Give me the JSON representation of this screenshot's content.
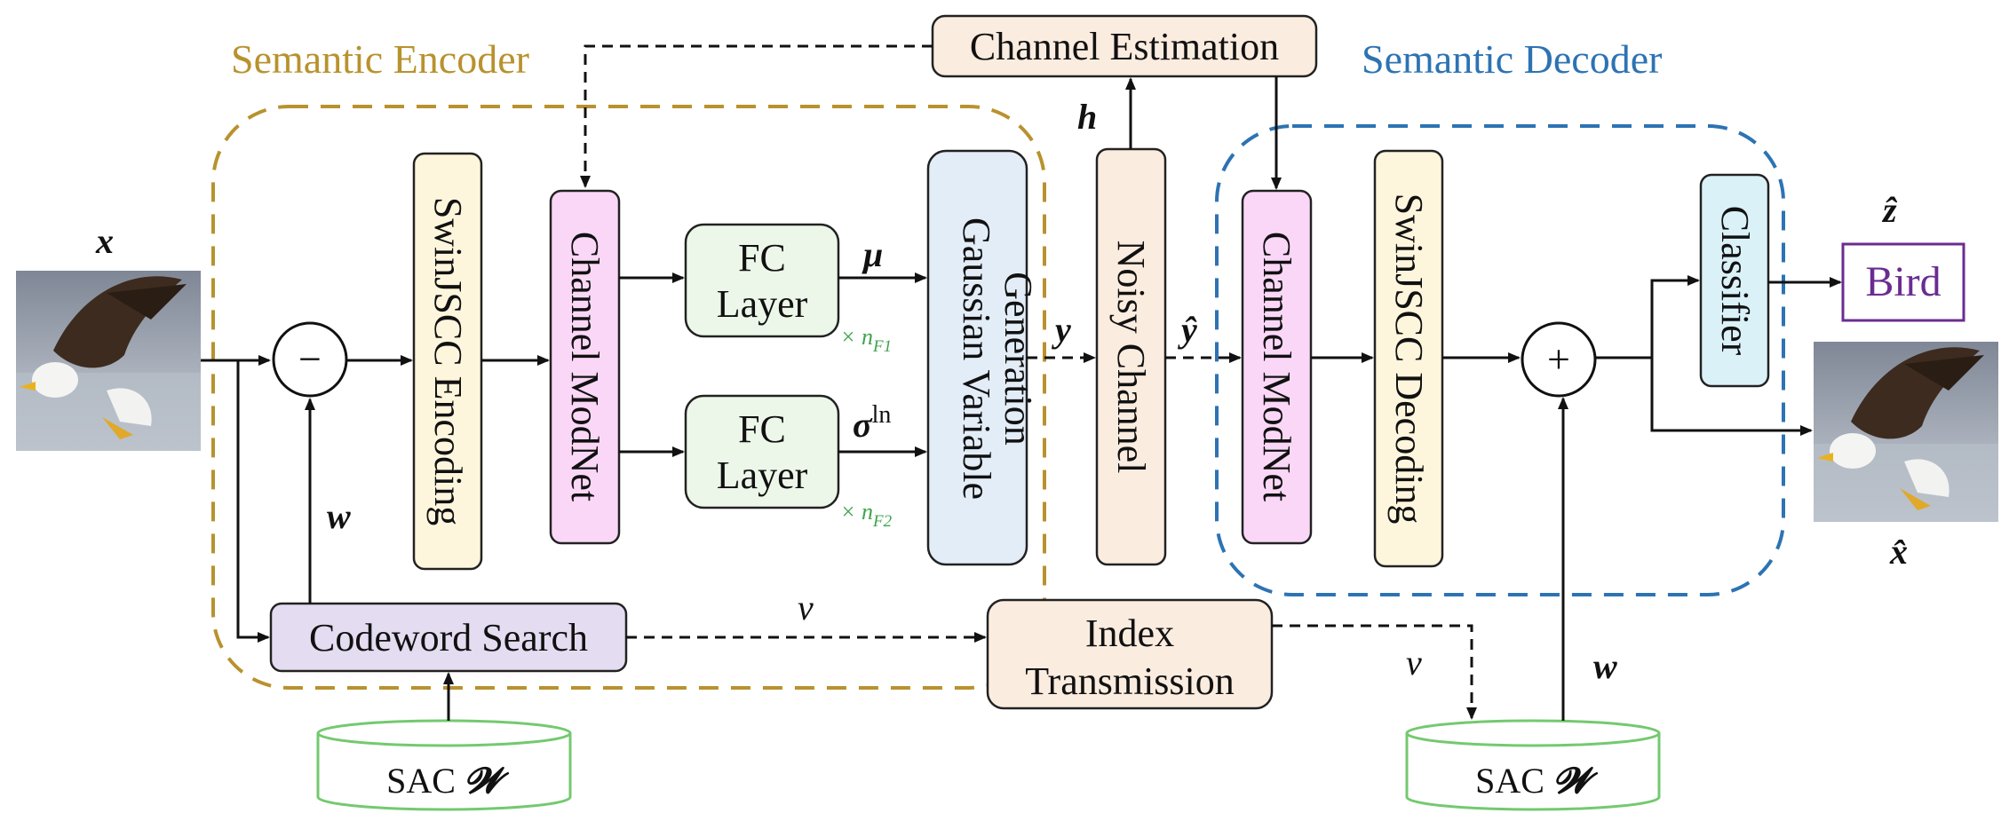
{
  "titles": {
    "encoder": "Semantic Encoder",
    "decoder": "Semantic Decoder"
  },
  "colors": {
    "encoder_dash": "#b8922e",
    "decoder_dash": "#2d73b3",
    "swin_fill": "#fdf6dd",
    "modnet_fill": "#fbd7f7",
    "fc_fill": "#edf7e9",
    "gauss_fill": "#e3edf8",
    "peach_fill": "#fbece0",
    "search_fill": "#e4dcf1",
    "classifier_fill": "#daf1f8",
    "sac_stroke": "#74c96f",
    "bird_stroke": "#6a2c91"
  },
  "blocks": {
    "channel_estimation": "Channel Estimation",
    "swin_encoding": "SwinJSCC Encoding",
    "modnet_enc": "Channel ModNet",
    "fc1_line1": "FC",
    "fc1_line2": "Layer",
    "fc2_line1": "FC",
    "fc2_line2": "Layer",
    "gauss_line1": "Gaussian Variable",
    "gauss_line2": "Generation",
    "noisy_channel": "Noisy Channel",
    "modnet_dec": "Channel ModNet",
    "swin_decoding": "SwinJSCC Decoding",
    "classifier": "Classifier",
    "bird": "Bird",
    "codeword_search": "Codeword Search",
    "index_line1": "Index",
    "index_line2": "Transmission",
    "sac_left": "SAC",
    "sac_right": "SAC"
  },
  "symbols": {
    "x": "x",
    "x_hat": "x̂",
    "z_hat": "ẑ",
    "h": "h",
    "mu": "μ",
    "sigma": "σ",
    "sigma_sup": "ln",
    "y": "y",
    "y_hat": "ŷ",
    "w_left": "w",
    "w_right": "w",
    "v_left": "v",
    "v_right": "v",
    "minus": "−",
    "plus": "+",
    "times_f1_prefix": "× n",
    "times_f1_sub": "F1",
    "times_f2_prefix": "× n",
    "times_f2_sub": "F2",
    "sac_symbol_left": "𝓦",
    "sac_symbol_right": "𝓦"
  }
}
